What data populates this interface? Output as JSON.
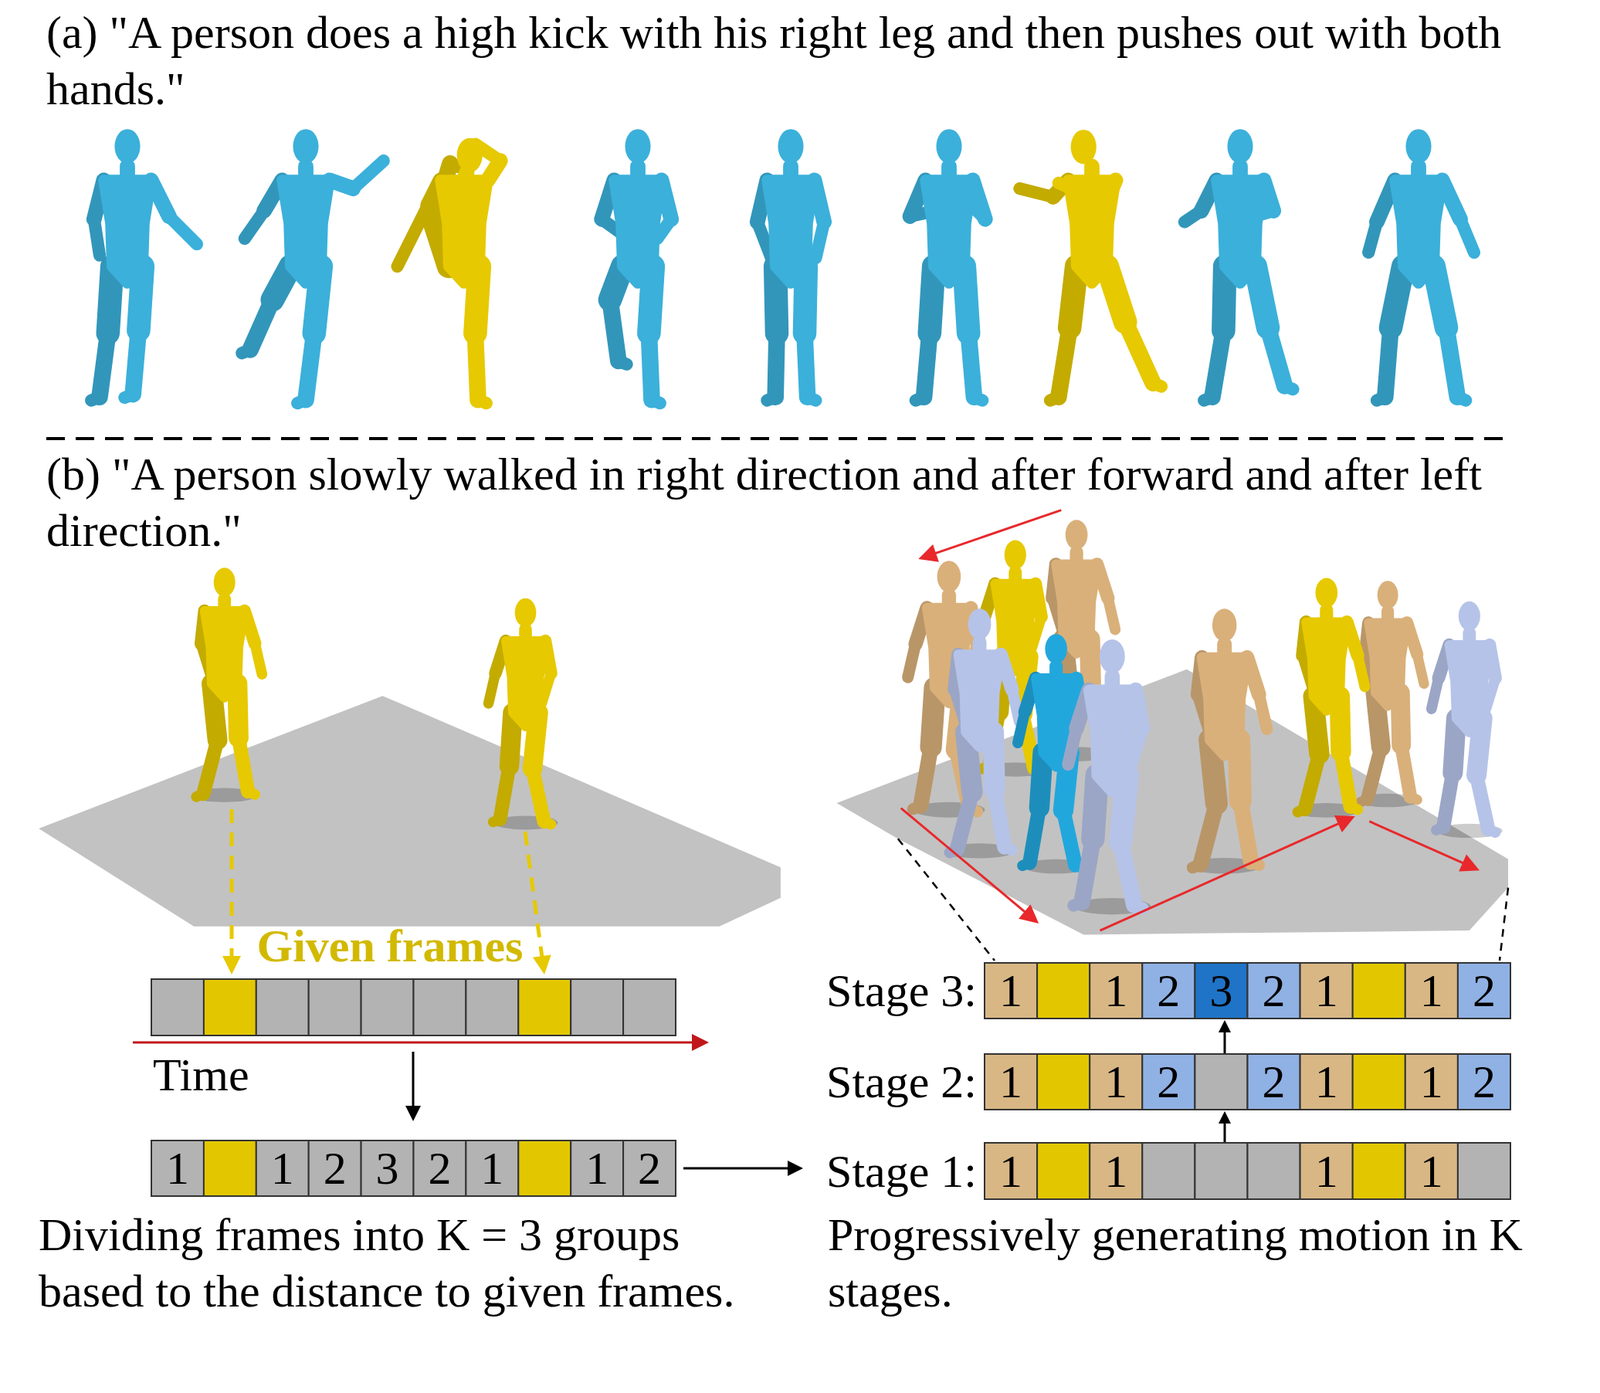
{
  "diagram": {
    "labels": [
      "(a) \"A person does a high kick with his right leg and then pushes out with both hands.\"",
      "(b) \"A person slowly walked in right direction and after forward and after left direction.\"",
      "Given frames",
      "Time",
      "1",
      "1",
      "2",
      "3",
      "2",
      "1",
      "1",
      "2",
      "Dividing frames into K = 3 groups based to the distance to given frames.",
      "Stage 3:",
      "1",
      "1",
      "2",
      "3",
      "2",
      "1",
      "1",
      "2",
      "Stage 2:",
      "1",
      "1",
      "2",
      "2",
      "1",
      "1",
      "2",
      "Stage 1:",
      "1",
      "1",
      "1",
      "1",
      "Progressively generating motion in K stages."
    ]
  }
}
